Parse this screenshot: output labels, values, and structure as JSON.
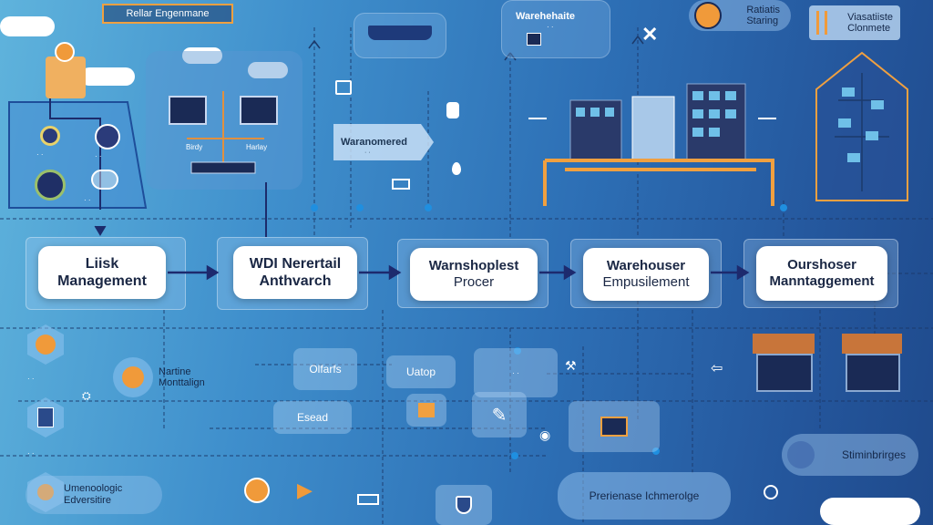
{
  "top_left_label": "Rellar Engenmane",
  "top_warehouse_label": "Warehehaite",
  "top_warehouse_sub": "· ·",
  "top_right_badge1": "Ratiatis\nStaring",
  "top_right_badge2": "Viasatiiste\nClonmete",
  "left_panel_labels": [
    "· ·",
    "· ·",
    "· ·"
  ],
  "left_panel_caption": "· ·",
  "sketch_caption_a": "Birdy",
  "sketch_caption_b": "Harlay",
  "arrow_tag": "Waranomered",
  "arrow_tag_sub": "· ·",
  "processes": [
    {
      "line1": "Liisk",
      "line2": "Management"
    },
    {
      "line1": "WDI Nerertail",
      "line2": "Anthvarch"
    },
    {
      "line1": "Warnshoplest",
      "line2": "Procer"
    },
    {
      "line1": "Warehouser",
      "line2": "Empusilement"
    },
    {
      "line1": "Ourshoser",
      "line2": "Manntaggement"
    }
  ],
  "lower_labels": {
    "montalign": "Nartine\nMonttalign",
    "olfarfs": "Olfarfs",
    "uaatop": "Uatop",
    "esead": "Esead",
    "mid_caption": "· ·",
    "umeno": "Umenoologic\nEdversitire",
    "ecbridges": "Stiminbrirges",
    "prerienage": "Prerienase Ichmerolge"
  },
  "colors": {
    "orange": "#f09a3a",
    "arrow": "#1d2a6e",
    "line": "#1b3a6e"
  }
}
